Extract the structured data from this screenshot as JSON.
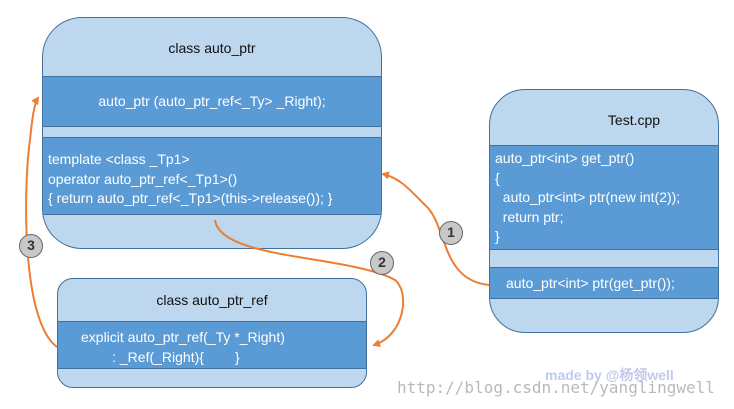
{
  "auto_ptr": {
    "title": "class auto_ptr",
    "constructor": "auto_ptr (auto_ptr_ref<_Ty> _Right);",
    "conversion_lines": [
      "template <class _Tp1>",
      "operator auto_ptr_ref<_Tp1>()",
      "{ return auto_ptr_ref<_Tp1>(this->release()); }"
    ]
  },
  "test_cpp": {
    "title": "Test.cpp",
    "function_lines": [
      "auto_ptr<int> get_ptr()",
      "{",
      "  auto_ptr<int> ptr(new int(2));",
      "  return ptr;",
      "}"
    ],
    "call": "auto_ptr<int> ptr(get_ptr());"
  },
  "auto_ptr_ref": {
    "title": "class auto_ptr_ref",
    "constructor_lines": [
      "explicit auto_ptr_ref(_Ty *_Right)",
      "        : _Ref(_Right){        }"
    ]
  },
  "steps": {
    "one": "1",
    "two": "2",
    "three": "3"
  },
  "watermark": {
    "author": "made by @杨领well",
    "url": "http://blog.csdn.net/yanglingwell"
  },
  "colors": {
    "box_fill": "#bdd7ee",
    "band_fill": "#5b9bd5",
    "border": "#41719c",
    "arrow": "#ed7d31"
  }
}
